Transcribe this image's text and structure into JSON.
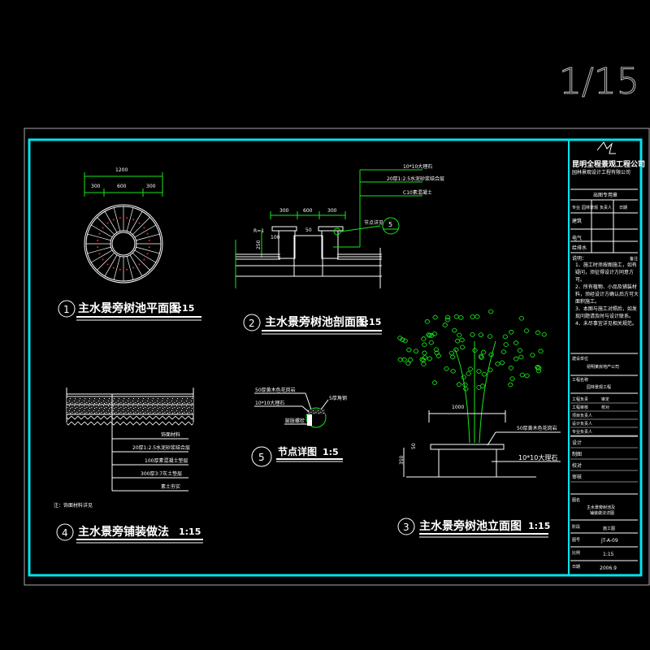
{
  "sheet_number": "1/15",
  "colors": {
    "frame": "#00e5ee",
    "lines": "#ffffff",
    "dims": "#19e619",
    "accent": "#ff2020"
  },
  "plan": {
    "dim_total": "1200",
    "dims": [
      "300",
      "600",
      "300"
    ],
    "num": "1",
    "title": "主水景旁树池平面图",
    "scale": "1:15"
  },
  "section": {
    "dims": [
      "300",
      "600",
      "300"
    ],
    "gap": "50",
    "h1": "100",
    "r": "R=1",
    "h2": "250",
    "detail_ref": "节点详见",
    "detail_num": "5",
    "callouts": [
      "10*10大理石",
      "20厚1:2.5水泥砂浆结合层",
      "C10素混凝土"
    ],
    "num": "2",
    "title": "主水景旁树池剖面图",
    "scale": "1:15"
  },
  "paving": {
    "layers": [
      "饰面材料",
      "20厚1:2.5水泥砂浆结合层",
      "100厚素混凝土垫层",
      "300厚3:7灰土垫层",
      "素土夯实"
    ],
    "note": "注：饰面材料详见",
    "num": "4",
    "title": "主水景旁铺装做法",
    "scale": "1:15"
  },
  "detail": {
    "callouts": [
      "50厚黄木色花岗岩",
      "10*10大理石",
      "5厚角钢",
      "膨胀螺栓"
    ],
    "num": "5",
    "title": "节点详图",
    "scale": "1:5"
  },
  "elevation": {
    "width": "1000",
    "top": "50",
    "height": "350",
    "callouts": [
      "50厚黄木色花岗岩",
      "10*10大理石"
    ],
    "num": "3",
    "title": "主水景旁树池立面图",
    "scale": "1:15"
  },
  "titleblock": {
    "company": "昆明全程景观工程公司",
    "company_sub": "园林景观设计工程有限公司",
    "seal": "出图专用章",
    "row1": [
      "专业",
      "园林景观",
      "负责人",
      "日期"
    ],
    "disciplines": [
      "建筑",
      "电气",
      "给排水"
    ],
    "notes_label": "说明：",
    "notes_tag": "备注",
    "notes": [
      "1、施工时须按图施工，如有疑问，须征得设计方同意方可。",
      "2、所有植物、小品及铺装材料，须经设计方确认后方可大面积施工。",
      "3、本图与施工对照后，如发现问题请及时与设计联系。",
      "4、未尽事宜详见相关规范。"
    ],
    "client_label": "建设单位",
    "client": "昆明某房地产公司",
    "project_label": "工程名称",
    "project": "园林景观工程",
    "staff": [
      [
        "工程负责",
        "审定"
      ],
      [
        "工程审核",
        "校对"
      ],
      [
        "项目负责人",
        ""
      ],
      [
        "设计负责人",
        ""
      ],
      [
        "专业负责人",
        ""
      ]
    ],
    "sign": [
      "设计",
      "制图",
      "校对",
      "审核"
    ],
    "drawing_label": "图名",
    "drawing_name": [
      "主水景旁树池及",
      "铺装做法详图"
    ],
    "stage_label": "阶段",
    "stage": "施工图",
    "no_label": "图号",
    "no": "JT-A-09",
    "scale_label": "比例",
    "scale": "1:15",
    "date_label": "日期",
    "date": "2006.9"
  }
}
